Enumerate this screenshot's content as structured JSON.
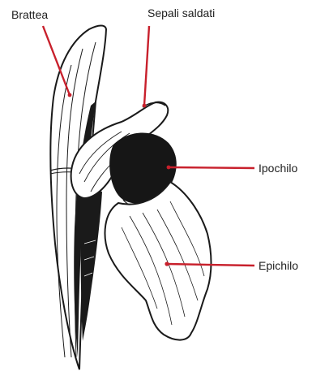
{
  "labels": {
    "brattea": "Brattea",
    "sepali_saldati": "Sepali saldati",
    "ipochilo": "Ipochilo",
    "epichilo": "Epichilo"
  },
  "colors": {
    "leader_line": "#c8202c",
    "ink": "#1a1a1a",
    "background": "#ffffff"
  }
}
